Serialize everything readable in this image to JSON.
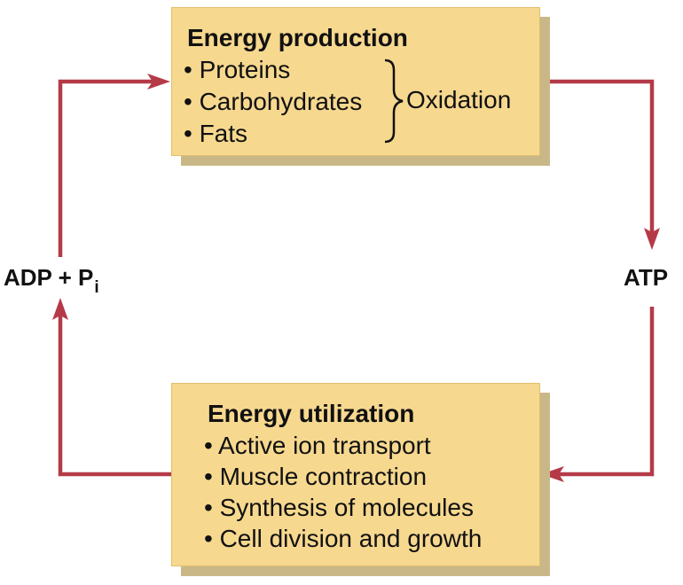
{
  "colors": {
    "arrow": "#b53a48",
    "box_fill": "#f6d88f",
    "box_shadow": "#c9b787"
  },
  "production": {
    "title": "Energy production",
    "items": [
      "• Proteins",
      "• Carbohydrates",
      "• Fats"
    ],
    "oxidation_label": "Oxidation"
  },
  "utilization": {
    "title": "Energy utilization",
    "items": [
      "• Active ion transport",
      "• Muscle contraction",
      "• Synthesis of molecules",
      "• Cell division and growth"
    ]
  },
  "left_label": {
    "main": "ADP + P",
    "subscript": "i"
  },
  "right_label": "ATP"
}
